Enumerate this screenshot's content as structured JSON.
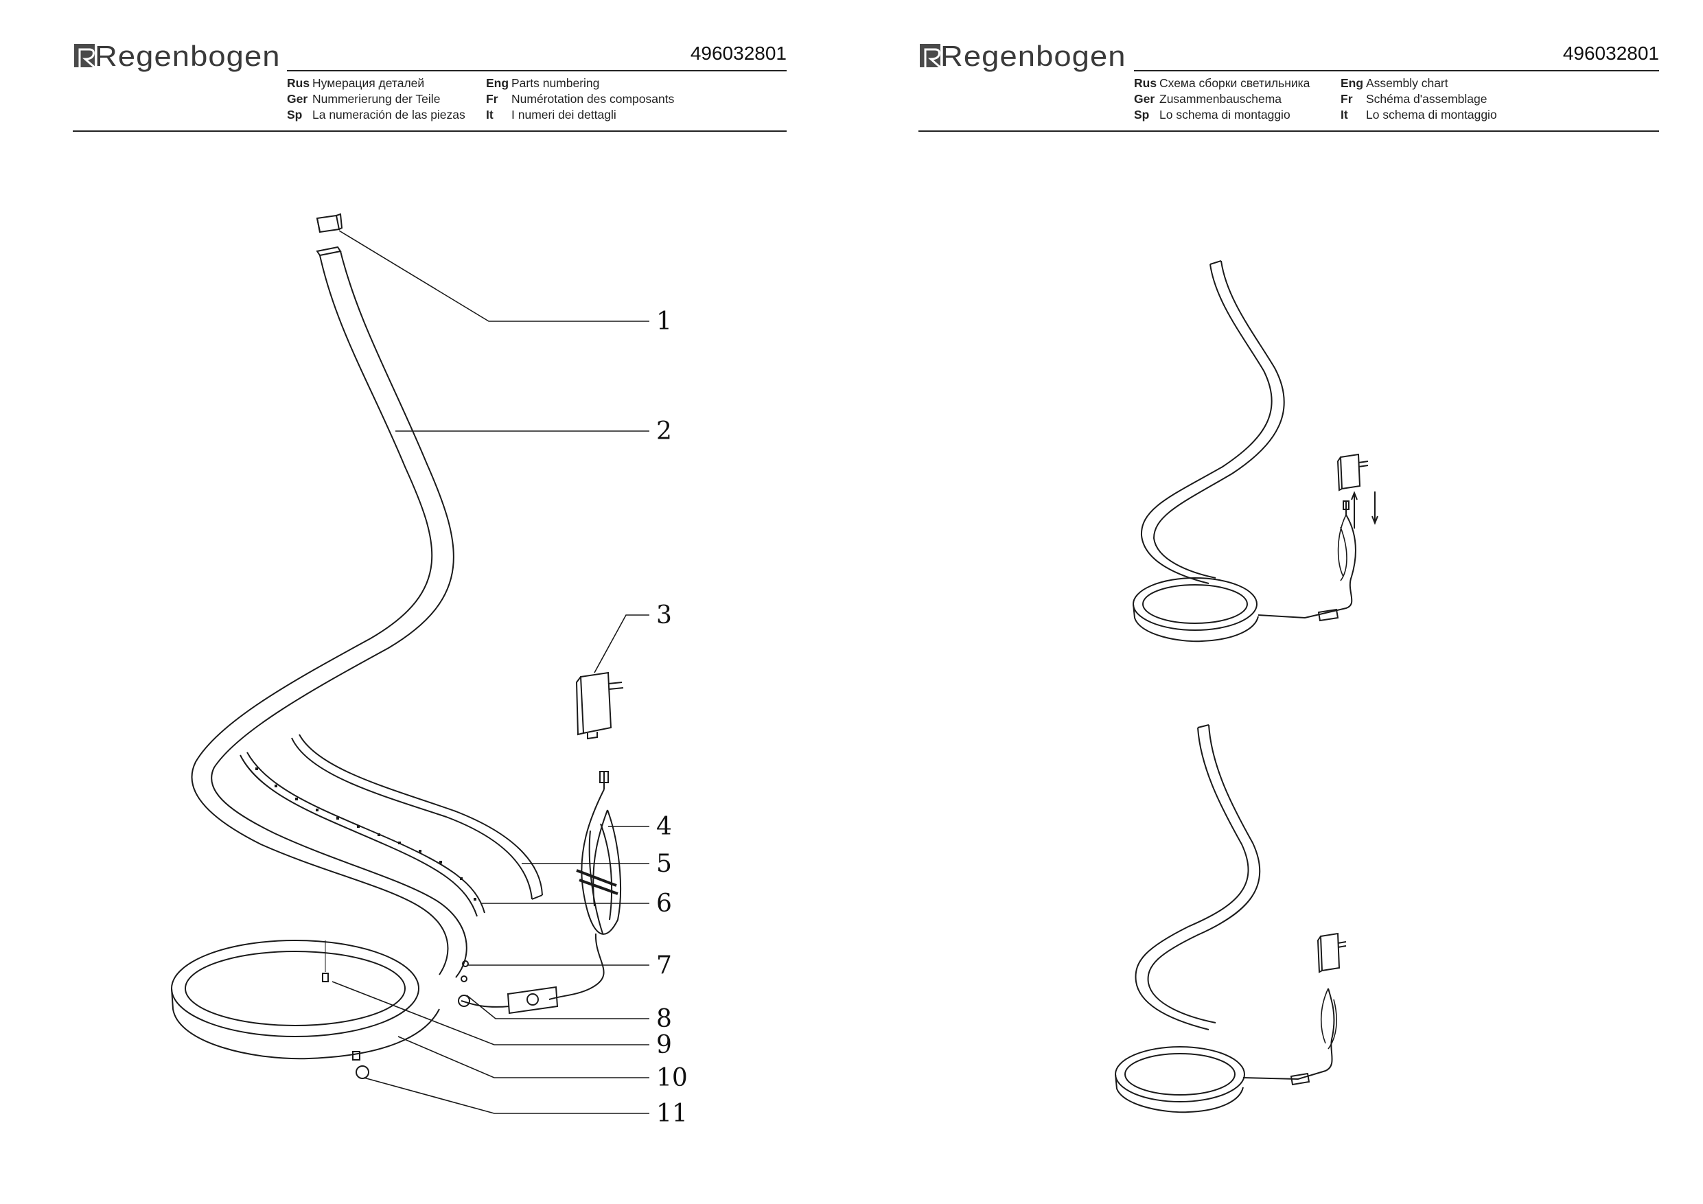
{
  "pages": [
    {
      "brand": "Regenbogen",
      "doc_number": "496032801",
      "languages": [
        {
          "code": "Rus",
          "text": "Нумерация деталей"
        },
        {
          "code": "Ger",
          "text": "Nummerierung der Teile"
        },
        {
          "code": "Sp",
          "text": "La numeración de las piezas"
        },
        {
          "code": "Eng",
          "text": "Parts numbering"
        },
        {
          "code": "Fr",
          "text": "Numérotation des composants"
        },
        {
          "code": "It",
          "text": "I numeri dei dettagli"
        }
      ],
      "part_numbers": [
        "1",
        "2",
        "3",
        "4",
        "5",
        "6",
        "7",
        "8",
        "9",
        "10",
        "11"
      ]
    },
    {
      "brand": "Regenbogen",
      "doc_number": "496032801",
      "languages": [
        {
          "code": "Rus",
          "text": "Схема сборки светильника"
        },
        {
          "code": "Ger",
          "text": "Zusammenbauschema"
        },
        {
          "code": "Sp",
          "text": "Lo schema di montaggio"
        },
        {
          "code": "Eng",
          "text": "Assembly chart"
        },
        {
          "code": "Fr",
          "text": "Schéma d'assemblage"
        },
        {
          "code": "It",
          "text": "Lo schema di montaggio"
        }
      ]
    }
  ],
  "icons": {
    "logo": "regenbogen-logo",
    "adapter": "power-adapter-icon",
    "switch": "inline-switch-icon"
  },
  "colors": {
    "ink": "#1a1a1a",
    "background": "#ffffff"
  }
}
